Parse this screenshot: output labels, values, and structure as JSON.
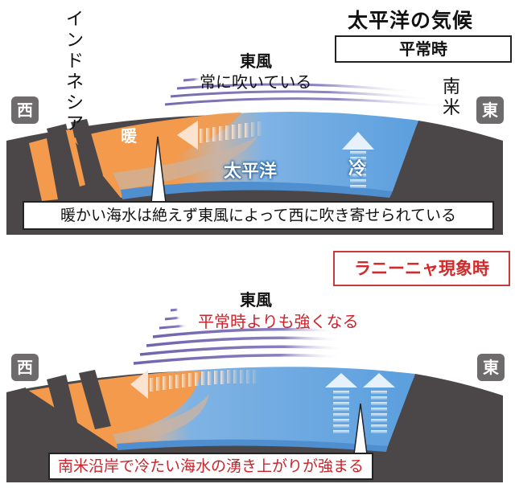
{
  "header": {
    "title": "太平洋の気候"
  },
  "panels": [
    {
      "mode_label": "平常時",
      "west_badge": "西",
      "east_badge": "東",
      "indonesia_label": "インドネシア",
      "south_america_label": "南米",
      "wind_title": "東風",
      "wind_subtitle": "常に吹いている",
      "warm_label": "暖",
      "ocean_label": "太平洋",
      "cold_label": "冷",
      "callout": "暖かい海水は絶えず東風によって西に吹き寄せられている",
      "colors": {
        "warm": "#f39a4d",
        "ocean": "#5b9fde",
        "land": "#4b4748",
        "wind": "#7f6fb3",
        "text": "#111111"
      }
    },
    {
      "mode_label": "ラニーニャ現象時",
      "west_badge": "西",
      "east_badge": "東",
      "wind_title": "東風",
      "wind_subtitle": "平常時よりも強くなる",
      "callout": "南米沿岸で冷たい海水の湧き上がりが強まる",
      "colors": {
        "warm": "#f39a4d",
        "ocean": "#5b9fde",
        "land": "#4b4748",
        "wind": "#7f6fb3",
        "text": "#c9252c"
      }
    }
  ]
}
